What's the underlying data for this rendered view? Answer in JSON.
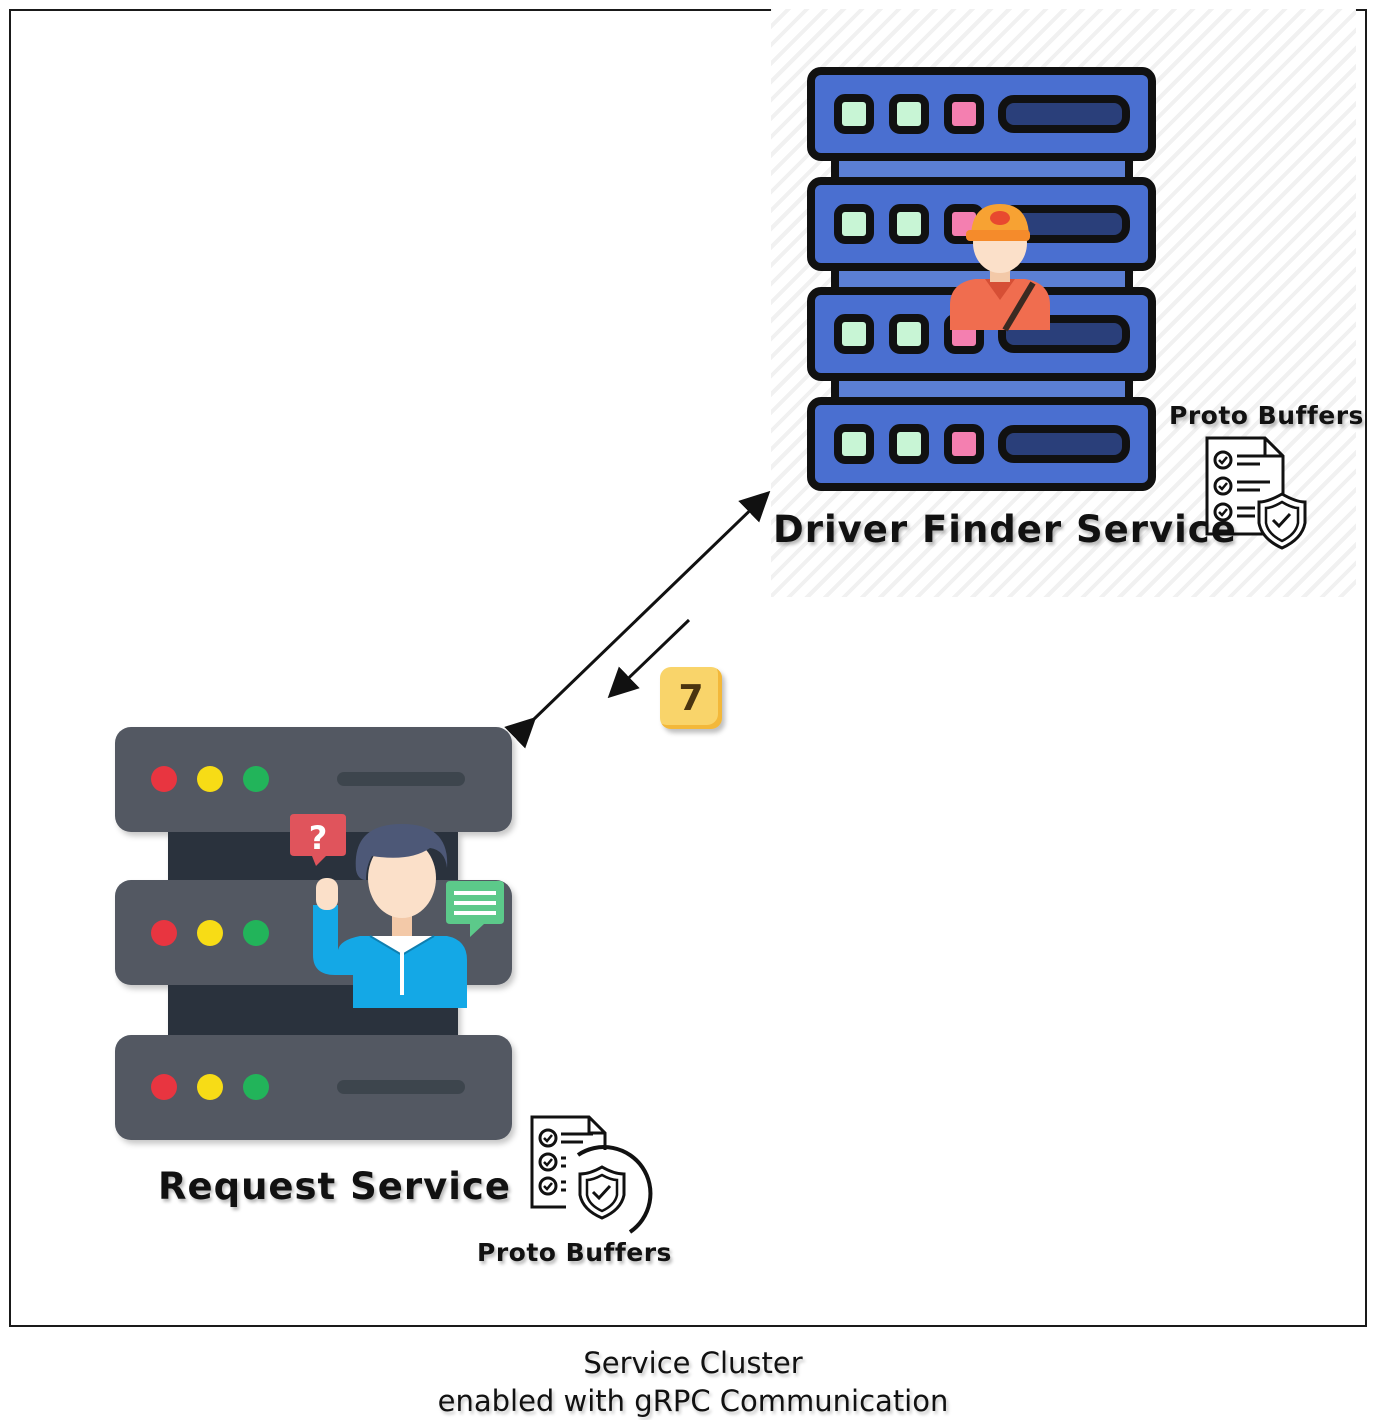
{
  "nodes": {
    "driver_finder": {
      "label": "Driver Finder Service",
      "proto_label": "Proto Buffers"
    },
    "request": {
      "label": "Request Service",
      "proto_label": "Proto Buffers"
    }
  },
  "step_badge": "7",
  "caption": {
    "line1": "Service Cluster",
    "line2": "enabled with gRPC Communication"
  }
}
